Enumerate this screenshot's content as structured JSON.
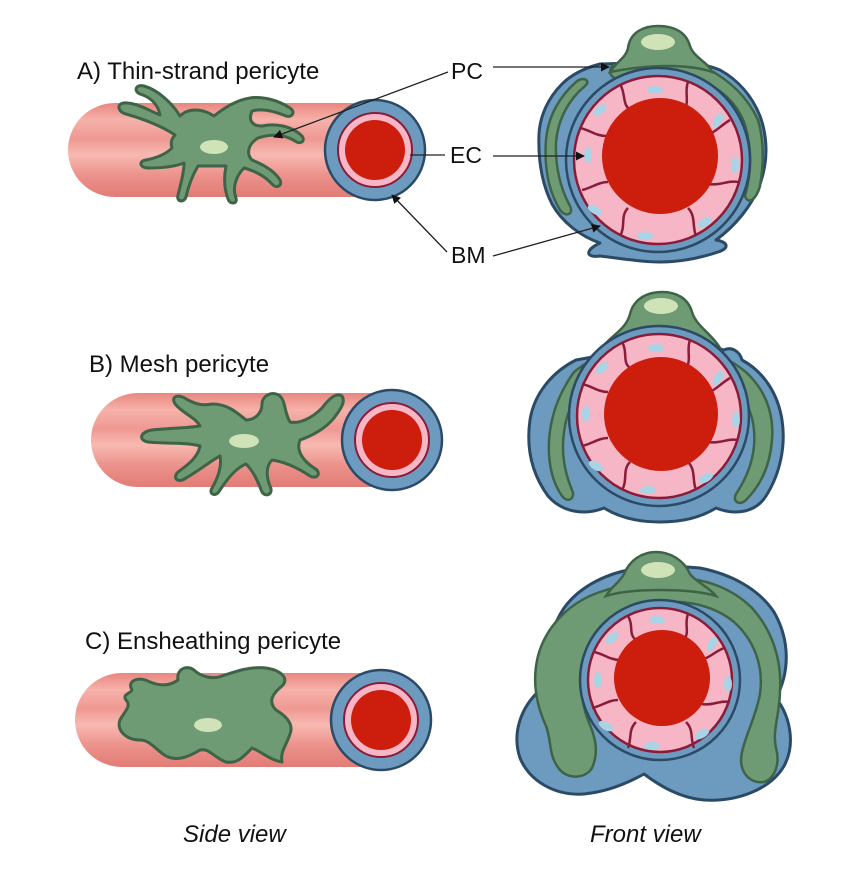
{
  "panels": [
    {
      "id": "A",
      "title": "A) Thin-strand pericyte"
    },
    {
      "id": "B",
      "title": "B) Mesh pericyte"
    },
    {
      "id": "C",
      "title": "C) Ensheathing pericyte"
    }
  ],
  "callouts": {
    "pc": "PC",
    "ec": "EC",
    "bm": "BM"
  },
  "views": {
    "side": "Side view",
    "front": "Front view"
  },
  "colors": {
    "vessel_light": "#f4aba4",
    "vessel_band": "#e98c86",
    "lumen": "#cc1d0d",
    "endothelium": "#f7b6c6",
    "endothelium_outline": "#8a1c3a",
    "nucleus_ec": "#a9d4e6",
    "basement_membrane": "#6d9bc0",
    "membrane_outline": "#2b4a66",
    "pericyte": "#6e9a74",
    "pericyte_dark": "#3f6347",
    "pericyte_nucleus": "#cfe2b8"
  }
}
